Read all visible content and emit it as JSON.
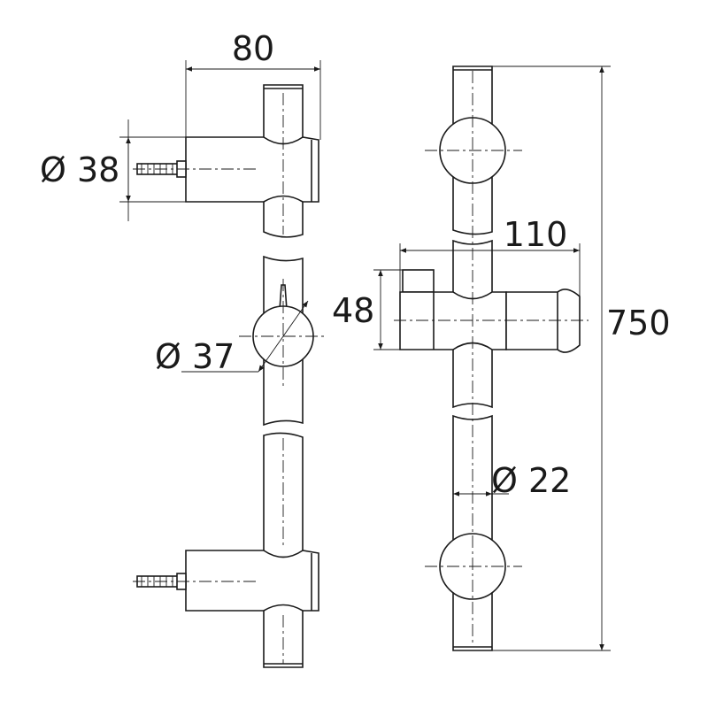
{
  "dimensions": {
    "width_bracket": "80",
    "bracket_diameter": "Ø 38",
    "knob_diameter": "Ø 37",
    "slider_width": "110",
    "slider_height": "48",
    "total_length": "750",
    "rail_diameter": "Ø 22"
  }
}
